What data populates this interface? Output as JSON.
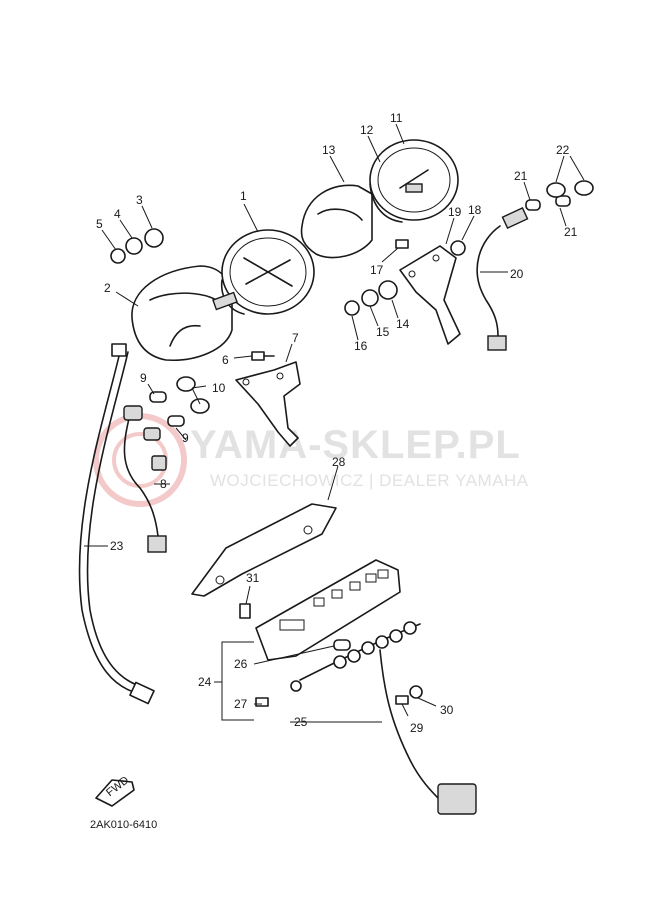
{
  "watermark": {
    "title": "YAMA-SKLEP.PL",
    "subtitle": "WOJCIECHOWICZ | DEALER YAMAHA",
    "accent_color": "#f4c9c9"
  },
  "diagram_code": "2AK010-6410",
  "fwd_label": "FWD",
  "callouts": [
    {
      "id": "c1",
      "text": "1"
    },
    {
      "id": "c2",
      "text": "2"
    },
    {
      "id": "c3",
      "text": "3"
    },
    {
      "id": "c4",
      "text": "4"
    },
    {
      "id": "c5",
      "text": "5"
    },
    {
      "id": "c6",
      "text": "6"
    },
    {
      "id": "c7",
      "text": "7"
    },
    {
      "id": "c8",
      "text": "8"
    },
    {
      "id": "c9a",
      "text": "9"
    },
    {
      "id": "c9b",
      "text": "9"
    },
    {
      "id": "c10",
      "text": "10"
    },
    {
      "id": "c11",
      "text": "11"
    },
    {
      "id": "c12",
      "text": "12"
    },
    {
      "id": "c13",
      "text": "13"
    },
    {
      "id": "c14",
      "text": "14"
    },
    {
      "id": "c15",
      "text": "15"
    },
    {
      "id": "c16",
      "text": "16"
    },
    {
      "id": "c17",
      "text": "17"
    },
    {
      "id": "c18",
      "text": "18"
    },
    {
      "id": "c19",
      "text": "19"
    },
    {
      "id": "c20",
      "text": "20"
    },
    {
      "id": "c21a",
      "text": "21"
    },
    {
      "id": "c21b",
      "text": "21"
    },
    {
      "id": "c22",
      "text": "22"
    },
    {
      "id": "c23",
      "text": "23"
    },
    {
      "id": "c24",
      "text": "24"
    },
    {
      "id": "c25",
      "text": "25"
    },
    {
      "id": "c26",
      "text": "26"
    },
    {
      "id": "c27",
      "text": "27"
    },
    {
      "id": "c28",
      "text": "28"
    },
    {
      "id": "c29",
      "text": "29"
    },
    {
      "id": "c30",
      "text": "30"
    },
    {
      "id": "c31",
      "text": "31"
    }
  ]
}
